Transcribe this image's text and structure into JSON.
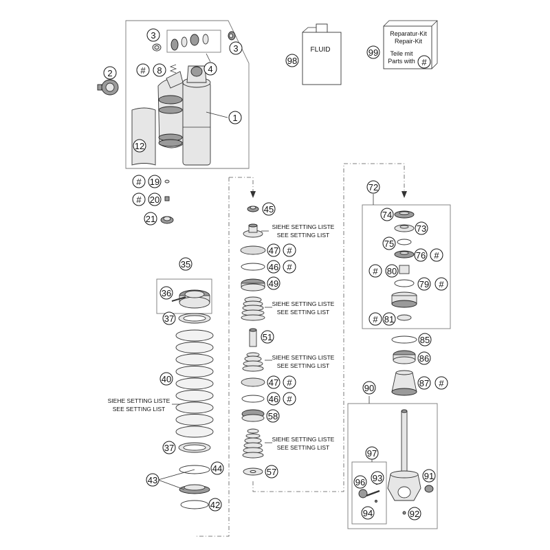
{
  "callouts": [
    {
      "id": "c1",
      "label": "1"
    },
    {
      "id": "c2",
      "label": "2"
    },
    {
      "id": "c3a",
      "label": "3"
    },
    {
      "id": "c3b",
      "label": "3"
    },
    {
      "id": "c4",
      "label": "4"
    },
    {
      "id": "c8",
      "label": "8"
    },
    {
      "id": "c12",
      "label": "12"
    },
    {
      "id": "c19",
      "label": "19"
    },
    {
      "id": "c20",
      "label": "20"
    },
    {
      "id": "c21",
      "label": "21"
    },
    {
      "id": "c35",
      "label": "35"
    },
    {
      "id": "c36",
      "label": "36"
    },
    {
      "id": "c37a",
      "label": "37"
    },
    {
      "id": "c37b",
      "label": "37"
    },
    {
      "id": "c40",
      "label": "40"
    },
    {
      "id": "c42",
      "label": "42"
    },
    {
      "id": "c43",
      "label": "43"
    },
    {
      "id": "c44",
      "label": "44"
    },
    {
      "id": "c45",
      "label": "45"
    },
    {
      "id": "c46a",
      "label": "46"
    },
    {
      "id": "c46b",
      "label": "46"
    },
    {
      "id": "c47a",
      "label": "47"
    },
    {
      "id": "c47b",
      "label": "47"
    },
    {
      "id": "c49",
      "label": "49"
    },
    {
      "id": "c51",
      "label": "51"
    },
    {
      "id": "c57",
      "label": "57"
    },
    {
      "id": "c58",
      "label": "58"
    },
    {
      "id": "c72",
      "label": "72"
    },
    {
      "id": "c73",
      "label": "73"
    },
    {
      "id": "c74",
      "label": "74"
    },
    {
      "id": "c75",
      "label": "75"
    },
    {
      "id": "c76",
      "label": "76"
    },
    {
      "id": "c79",
      "label": "79"
    },
    {
      "id": "c80",
      "label": "80"
    },
    {
      "id": "c81",
      "label": "81"
    },
    {
      "id": "c85",
      "label": "85"
    },
    {
      "id": "c86",
      "label": "86"
    },
    {
      "id": "c87",
      "label": "87"
    },
    {
      "id": "c90",
      "label": "90"
    },
    {
      "id": "c91",
      "label": "91"
    },
    {
      "id": "c92",
      "label": "92"
    },
    {
      "id": "c93",
      "label": "93"
    },
    {
      "id": "c94",
      "label": "94"
    },
    {
      "id": "c96",
      "label": "96"
    },
    {
      "id": "c97",
      "label": "97"
    },
    {
      "id": "c98",
      "label": "98"
    },
    {
      "id": "c99",
      "label": "99"
    }
  ],
  "hash_symbol": "#",
  "setting_note": {
    "line1": "SIEHE SETTING LISTE",
    "line2": "SEE SETTING LIST"
  },
  "fluid_label": "FLUID",
  "repair_kit": {
    "line1": "Reparatur-Kit",
    "line2": "Repair-Kit",
    "line3": "Teile mit",
    "line4": "Parts with"
  }
}
